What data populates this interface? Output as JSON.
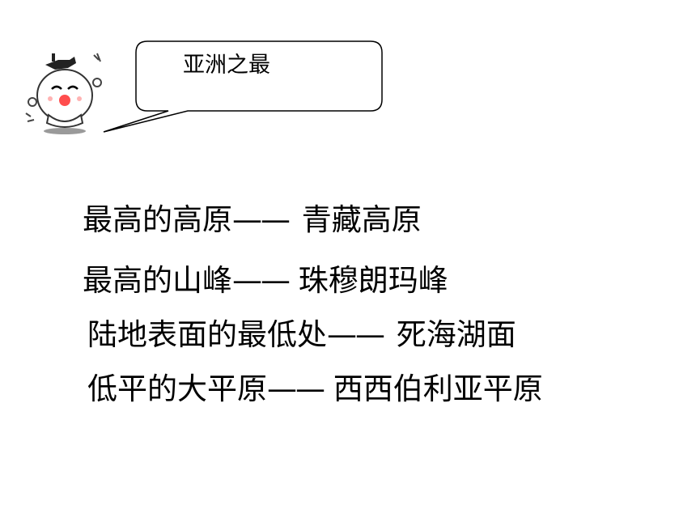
{
  "bubble": {
    "title": "亚洲之最"
  },
  "facts": [
    {
      "label": "最高的高原",
      "dash": "——",
      "answer": "青藏高原"
    },
    {
      "label": "最高的山峰",
      "dash": "——",
      "answer": "珠穆朗玛峰"
    },
    {
      "label": "陆地表面的最低处",
      "dash": "——",
      "answer": "死海湖面"
    },
    {
      "label": "低平的大平原",
      "dash": "——",
      "answer": "西西伯利亚平原"
    }
  ],
  "colors": {
    "background": "#ffffff",
    "text": "#000000",
    "bubble_stroke": "#000000",
    "mascot_face": "#ffffff",
    "mascot_cheek": "#ff4d4d",
    "mascot_hat": "#222222",
    "mascot_shadow": "#9a9a9a"
  },
  "icons": {
    "mascot": "cartoon-mascot-icon"
  }
}
